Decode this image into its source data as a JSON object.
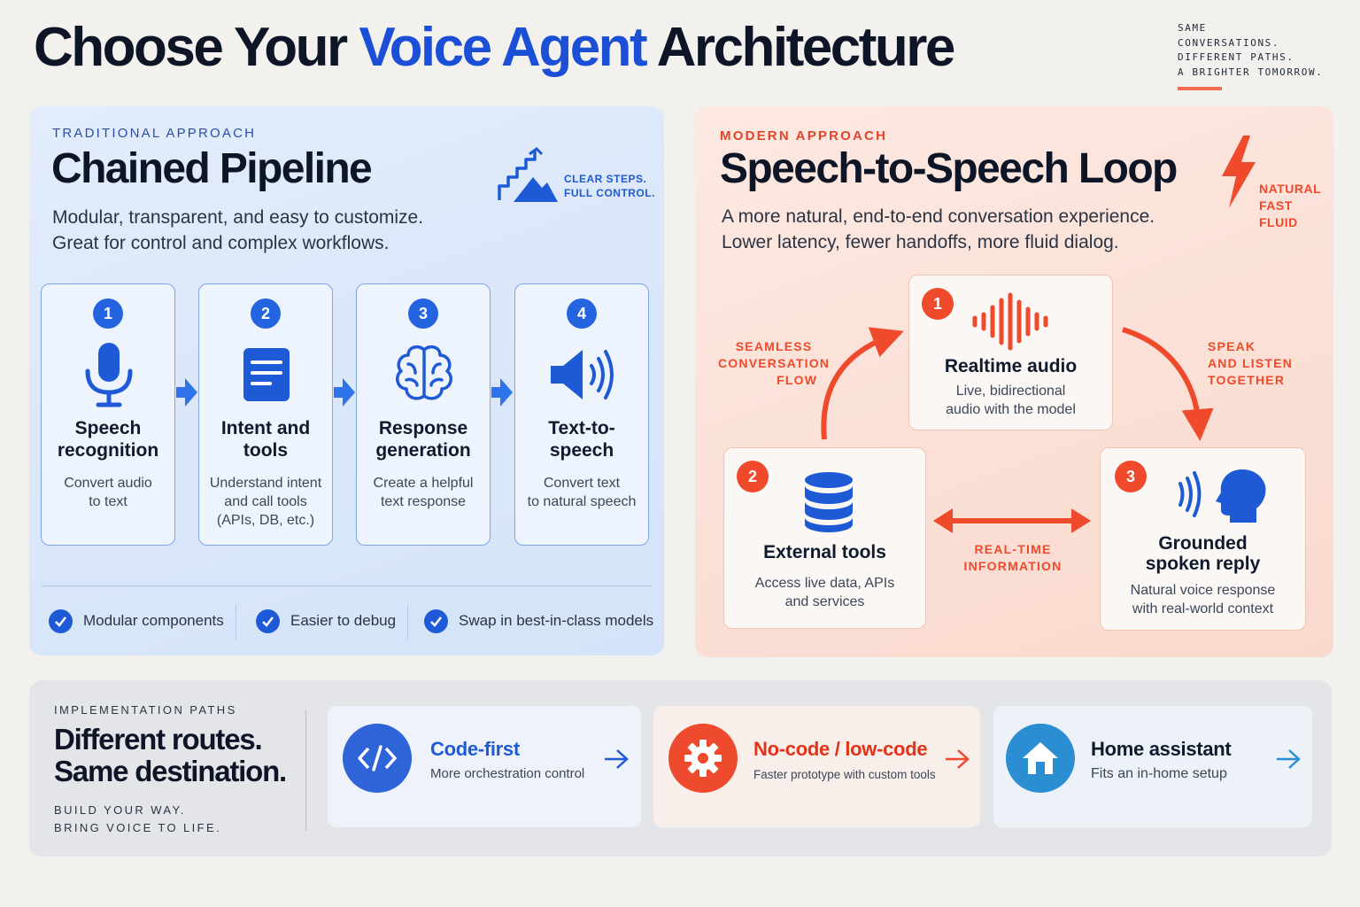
{
  "header": {
    "title_part1": "Choose Your ",
    "title_accent": "Voice Agent",
    "title_part2": " Architecture",
    "tagline": [
      "SAME",
      "CONVERSATIONS.",
      "DIFFERENT PATHS.",
      "A BRIGHTER TOMORROW."
    ]
  },
  "traditional": {
    "eyebrow": "TRADITIONAL APPROACH",
    "title": "Chained Pipeline",
    "subtitle": [
      "Modular, transparent, and easy to customize.",
      "Great for control and complex workflows."
    ],
    "side_note": [
      "CLEAR STEPS.",
      "FULL CONTROL."
    ],
    "side_icon": "stairs-mountain-icon",
    "steps": [
      {
        "number": "1",
        "icon": "microphone-icon",
        "title": [
          "Speech",
          "recognition"
        ],
        "desc": [
          "Convert audio",
          "to text"
        ]
      },
      {
        "number": "2",
        "icon": "document-icon",
        "title": [
          "Intent and",
          "tools"
        ],
        "desc": [
          "Understand intent",
          "and call tools",
          "(APIs, DB, etc.)"
        ]
      },
      {
        "number": "3",
        "icon": "brain-icon",
        "title": [
          "Response",
          "generation"
        ],
        "desc": [
          "Create a helpful",
          "text response"
        ]
      },
      {
        "number": "4",
        "icon": "speaker-icon",
        "title": [
          "Text-to-",
          "speech"
        ],
        "desc": [
          "Convert text",
          "to natural speech"
        ]
      }
    ],
    "benefits": [
      "Modular components",
      "Easier to debug",
      "Swap in best-in-class models"
    ]
  },
  "modern": {
    "eyebrow": "MODERN APPROACH",
    "title": "Speech-to-Speech Loop",
    "subtitle": [
      "A more natural, end-to-end conversation experience.",
      "Lower latency, fewer handoffs, more fluid dialog."
    ],
    "side_note": [
      "NATURAL",
      "FAST",
      "FLUID"
    ],
    "side_icon": "lightning-icon",
    "nodes": [
      {
        "number": "1",
        "icon": "waveform-icon",
        "title": [
          "Realtime audio"
        ],
        "desc": [
          "Live, bidirectional",
          "audio with the model"
        ]
      },
      {
        "number": "2",
        "icon": "database-icon",
        "title": [
          "External tools"
        ],
        "desc": [
          "Access live data, APIs",
          "and services"
        ]
      },
      {
        "number": "3",
        "icon": "speaking-head-icon",
        "title": [
          "Grounded",
          "spoken reply"
        ],
        "desc": [
          "Natural voice response",
          "with real-world context"
        ]
      }
    ],
    "labels": {
      "seamless": [
        "SEAMLESS",
        "CONVERSATION",
        "FLOW"
      ],
      "speak": [
        "SPEAK",
        "AND LISTEN",
        "TOGETHER"
      ],
      "realtime": [
        "REAL-TIME",
        "INFORMATION"
      ]
    }
  },
  "implementation": {
    "eyebrow": "IMPLEMENTATION PATHS",
    "title": [
      "Different routes.",
      "Same destination."
    ],
    "tagline": [
      "BUILD YOUR WAY.",
      "BRING VOICE TO LIFE."
    ],
    "paths": [
      {
        "icon": "code-icon",
        "title": "Code-first",
        "desc": "More orchestration control",
        "color": "#2f63d8",
        "title_color": "#1f5ad6",
        "bg": "#eef2fb"
      },
      {
        "icon": "gear-icon",
        "title": "No-code / low-code",
        "desc": "Faster prototype with custom tools",
        "color": "#ee4b2e",
        "title_color": "#e3331a",
        "bg": "#f8eeea"
      },
      {
        "icon": "home-icon",
        "title": "Home assistant",
        "desc": "Fits an in-home setup",
        "color": "#2b8ed2",
        "title_color": "#0f1b2d",
        "bg": "#edf2f9"
      }
    ]
  },
  "colors": {
    "blue_accent": "#1a4fd6",
    "orange_accent": "#ef4a2c",
    "left_panel_bg": "#dde8fa",
    "right_panel_bg": "#fbe2d8",
    "page_bg": "#f3f1ee"
  }
}
